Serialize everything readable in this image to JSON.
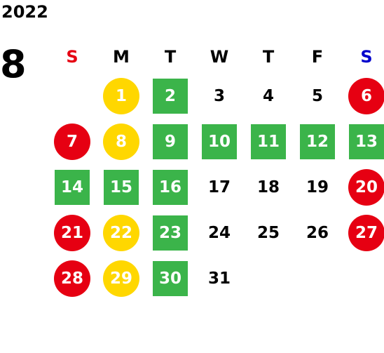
{
  "calendar": {
    "year": "2022",
    "month": "8",
    "weekdays": [
      {
        "label": "S",
        "color": "#e60012"
      },
      {
        "label": "M",
        "color": "#000000"
      },
      {
        "label": "T",
        "color": "#000000"
      },
      {
        "label": "W",
        "color": "#000000"
      },
      {
        "label": "T",
        "color": "#000000"
      },
      {
        "label": "F",
        "color": "#000000"
      },
      {
        "label": "S",
        "color": "#0000cc"
      }
    ],
    "colors": {
      "red": "#e60012",
      "yellow": "#ffd700",
      "green": "#3bb44a"
    },
    "start_offset": 1,
    "days": [
      {
        "label": "1",
        "style": "yellow"
      },
      {
        "label": "2",
        "style": "green"
      },
      {
        "label": "3",
        "style": "plain"
      },
      {
        "label": "4",
        "style": "plain"
      },
      {
        "label": "5",
        "style": "plain"
      },
      {
        "label": "6",
        "style": "red"
      },
      {
        "label": "7",
        "style": "red"
      },
      {
        "label": "8",
        "style": "yellow"
      },
      {
        "label": "9",
        "style": "green"
      },
      {
        "label": "10",
        "style": "green"
      },
      {
        "label": "11",
        "style": "green"
      },
      {
        "label": "12",
        "style": "green"
      },
      {
        "label": "13",
        "style": "green"
      },
      {
        "label": "14",
        "style": "green"
      },
      {
        "label": "15",
        "style": "green"
      },
      {
        "label": "16",
        "style": "green"
      },
      {
        "label": "17",
        "style": "plain"
      },
      {
        "label": "18",
        "style": "plain"
      },
      {
        "label": "19",
        "style": "plain"
      },
      {
        "label": "20",
        "style": "red"
      },
      {
        "label": "21",
        "style": "red"
      },
      {
        "label": "22",
        "style": "yellow"
      },
      {
        "label": "23",
        "style": "green"
      },
      {
        "label": "24",
        "style": "plain"
      },
      {
        "label": "25",
        "style": "plain"
      },
      {
        "label": "26",
        "style": "plain"
      },
      {
        "label": "27",
        "style": "red"
      },
      {
        "label": "28",
        "style": "red"
      },
      {
        "label": "29",
        "style": "yellow"
      },
      {
        "label": "30",
        "style": "green"
      },
      {
        "label": "31",
        "style": "plain"
      }
    ]
  }
}
